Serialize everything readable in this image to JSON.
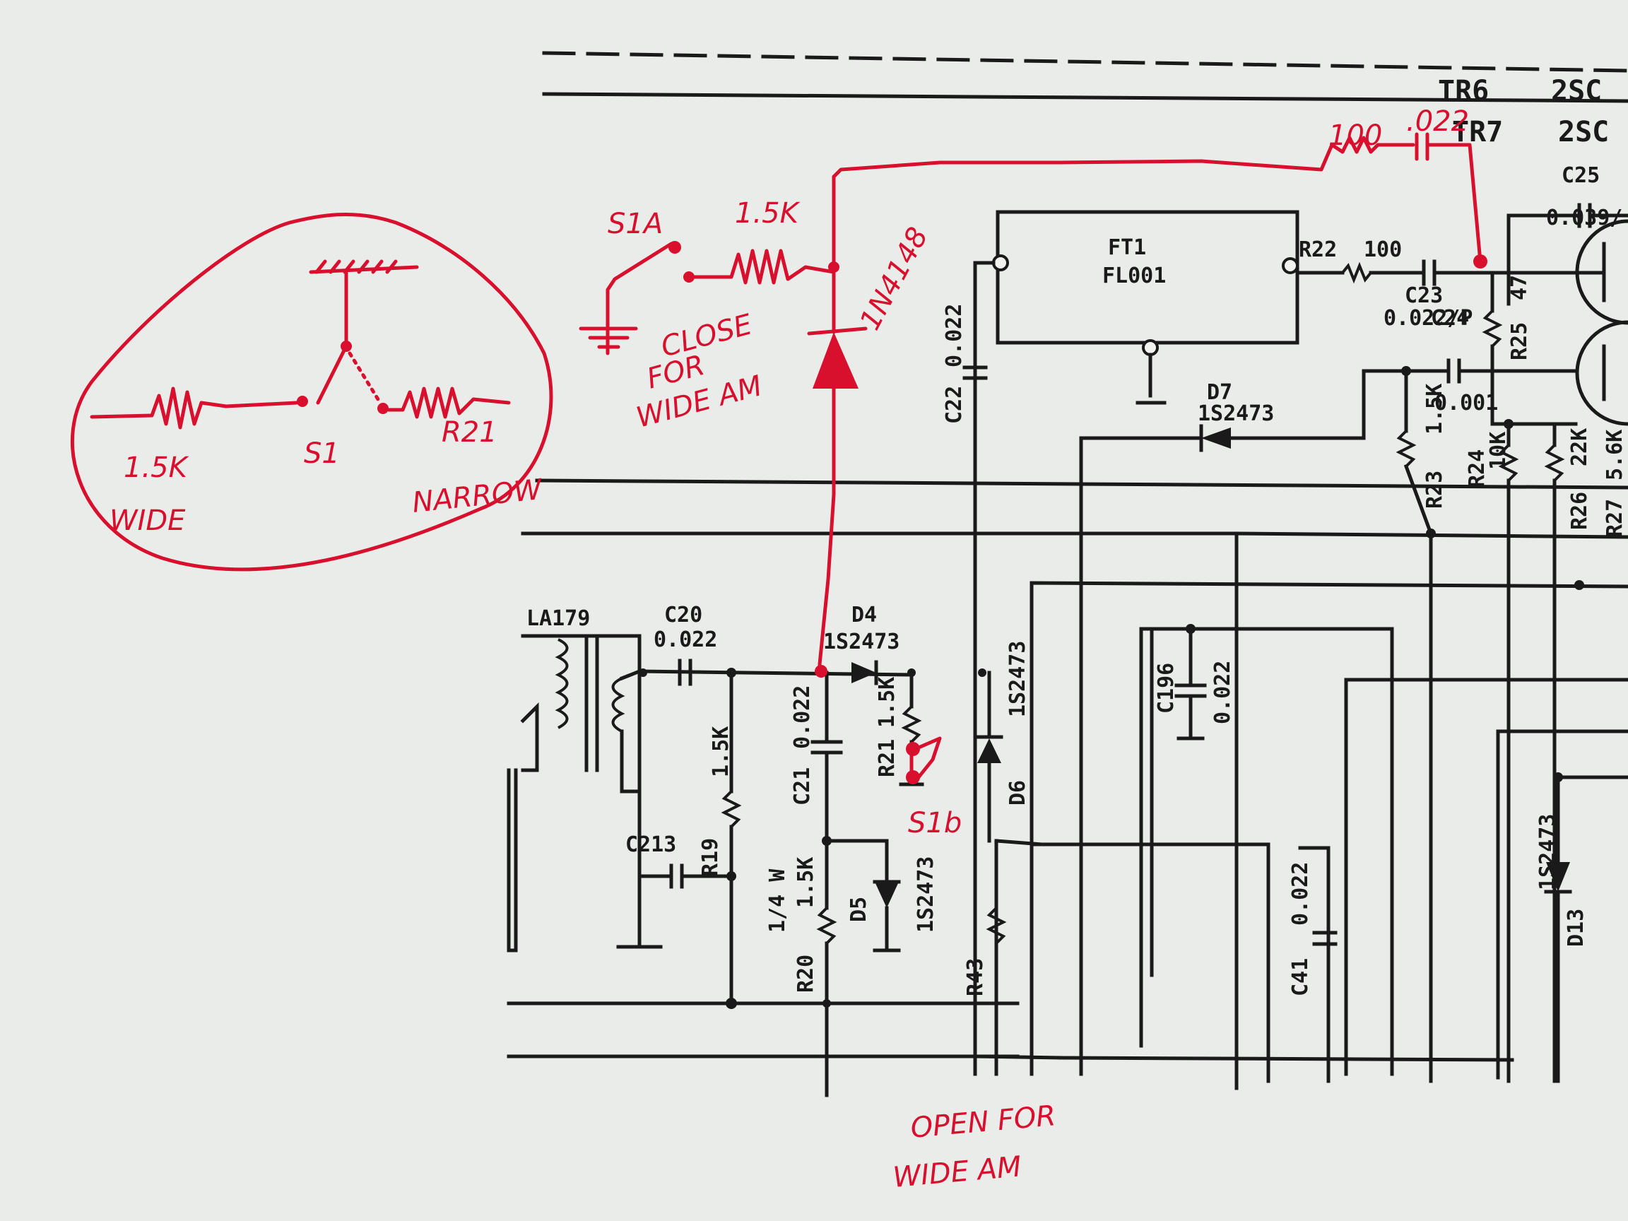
{
  "header": {
    "tr6": "TR6",
    "tr6_part": "2SC",
    "tr7": "TR7",
    "tr7_part": "2SC"
  },
  "components": {
    "filter_name": "FT1",
    "filter_part": "FL001",
    "r22": "R22",
    "r22_val": "100",
    "c23": "C23",
    "c23_val": "0.022/P",
    "c25": "C25",
    "c25_val": "0.039/",
    "c24": "C24",
    "c24_val": "0.001",
    "r25": "R25",
    "r25_val": "47",
    "d7": "D7",
    "d7_part": "1S2473",
    "r23": "R23",
    "r23_val": "1.5K",
    "r24": "R24",
    "r24_val": "10K",
    "r26": "R26",
    "r26_val": "22K",
    "r27": "R27",
    "r27_val": "5.6K",
    "c22": "C22",
    "c22_val": "0.022",
    "la179": "LA179",
    "c20": "C20",
    "c20_val": "0.022",
    "d4": "D4",
    "d4_part": "1S2473",
    "c21": "C21",
    "c21_val": "0.022",
    "r21": "R21",
    "r21_val": "1.5K",
    "d6": "D6",
    "d6_part": "1S2473",
    "c196": "C196",
    "c196_val": "0.022",
    "c213": "C213",
    "r19": "R19",
    "r19_val": "1.5K",
    "r20": "R20",
    "r20_val": "1.5K",
    "r20_watt": "1/4 W",
    "d5": "D5",
    "d5_part": "1S2473",
    "r43": "R43",
    "c41": "C41",
    "c41_val": "0.022",
    "d13": "D13",
    "d13_part": "1S2473"
  },
  "annotations": {
    "mod_r": "100",
    "mod_c": ".022",
    "s1a": "S1A",
    "r_added": "1.5K",
    "diode_added": "1N4148",
    "close_note": [
      "CLOSE",
      "FOR",
      "WIDE AM"
    ],
    "s1b": "S1b",
    "open_note": [
      "OPEN FOR",
      "WIDE AM"
    ],
    "inset": {
      "left_val": "1.5K",
      "left_mode": "WIDE",
      "switch": "S1",
      "right_val": "R21",
      "right_mode": "NARROW"
    }
  }
}
